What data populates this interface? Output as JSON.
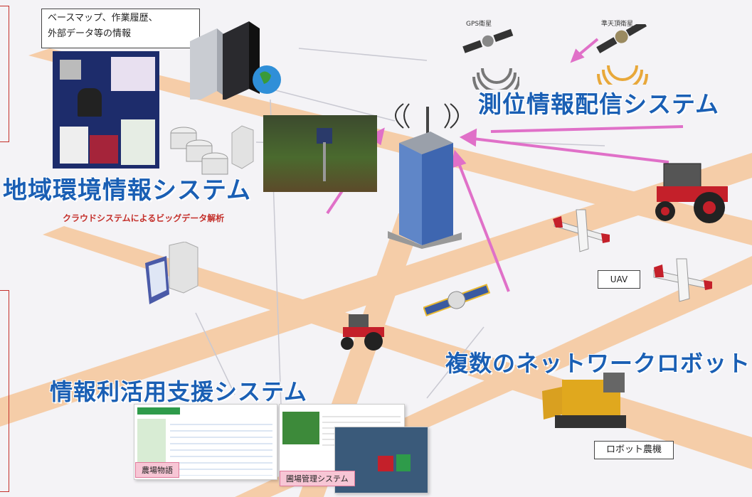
{
  "systems": {
    "positioning": "測位情報配信システム",
    "regional_environment": "地域環境情報システム",
    "info_utilization": "情報利活用支援システム",
    "network_robots": "複数のネットワークロボット"
  },
  "notes": {
    "data_box_line1": "ベースマップ、作業履歴、",
    "data_box_line2": "外部データ等の情報",
    "cloud_caption": "クラウドシステムによるビッグデータ解析",
    "uav_label": "UAV",
    "robot_machine_label": "ロボット農機"
  },
  "satellites": {
    "gps": "GPS衛星",
    "qzss": "準天頂衛星"
  },
  "screens": {
    "left_tag": "農場物語",
    "right_tag": "圃場管理システム"
  },
  "colors": {
    "road": "#f6c9a0",
    "arrow_pink": "#e070c8",
    "title_blue": "#1a5fb4",
    "caption_red": "#c4302b"
  }
}
